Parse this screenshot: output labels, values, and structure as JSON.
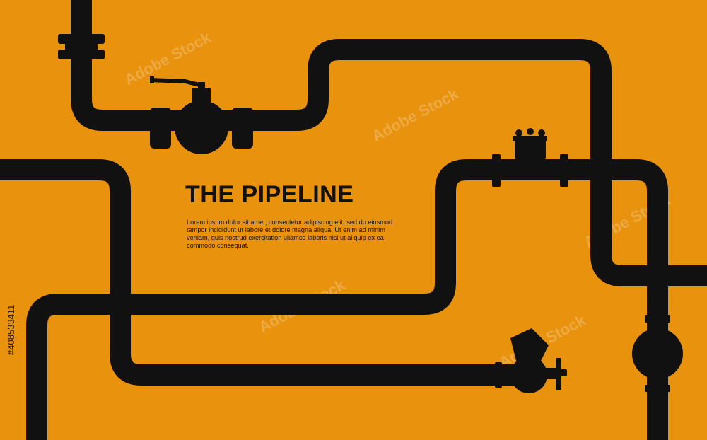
{
  "title": "THE PIPELINE",
  "body_text": "Lorem ipsum dolor sit amet, consectetur adipiscing elit, sed do eiusmod tempor incididunt ut labore et dolore magna aliqua. Ut enim ad minim veniam, quis nostrud exercitation ullamco laboris nisi ut aliquip ex ea commodo consequat.",
  "watermark": {
    "stock_id": "#408533411",
    "brand": "Adobe Stock"
  },
  "colors": {
    "background": "#E8920E",
    "pipe": "#111111"
  }
}
